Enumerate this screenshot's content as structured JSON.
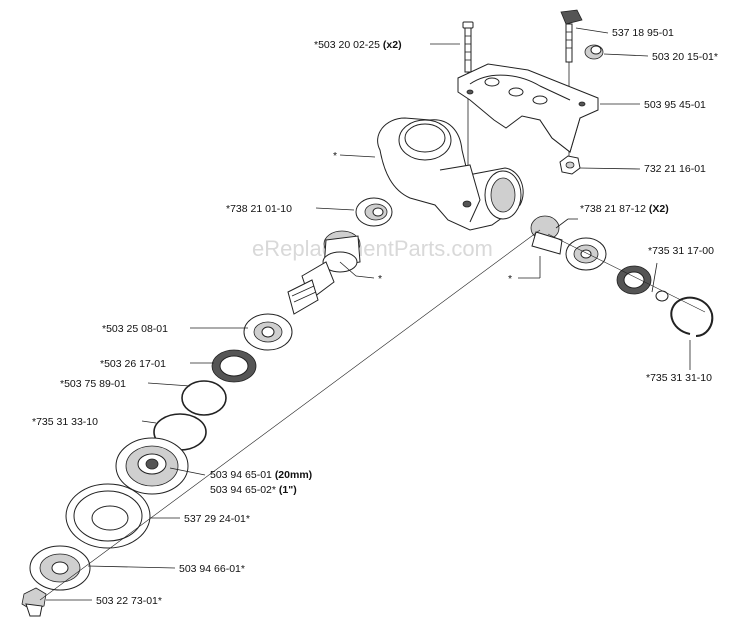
{
  "watermark": "eReplacementParts.com",
  "labels": {
    "screw_top": "*503 20 02-25",
    "screw_top_qty": "(x2)",
    "p537_18_95": "537 18 95-01",
    "p503_20_15": "503 20 15-01*",
    "p503_95_45": "503 95 45-01",
    "gear_housing": "*",
    "p732_21_16": "732 21 16-01",
    "p738_21_01": "*738 21 01-10",
    "p738_21_87": "*738 21 87-12",
    "p738_21_87_qty": "(X2)",
    "p735_31_17": "*735 31 17-00",
    "bevel_gear_small": "*",
    "bevel_gear_large": "*",
    "p503_25_08": "*503 25 08-01",
    "p503_26_17": "*503 26 17-01",
    "p503_75_89": "*503 75 89-01",
    "p735_31_33": "*735 31 33-10",
    "p735_31_31": "*735 31 31-10",
    "p503_94_65_01": "503 94 65-01",
    "p503_94_65_01_size": "(20mm)",
    "p503_94_65_02": "503 94 65-02*",
    "p503_94_65_02_size": "(1\")",
    "p537_29_24": "537 29 24-01*",
    "p503_94_66": "503 94 66-01*",
    "p503_22_73": "503 22 73-01*"
  }
}
